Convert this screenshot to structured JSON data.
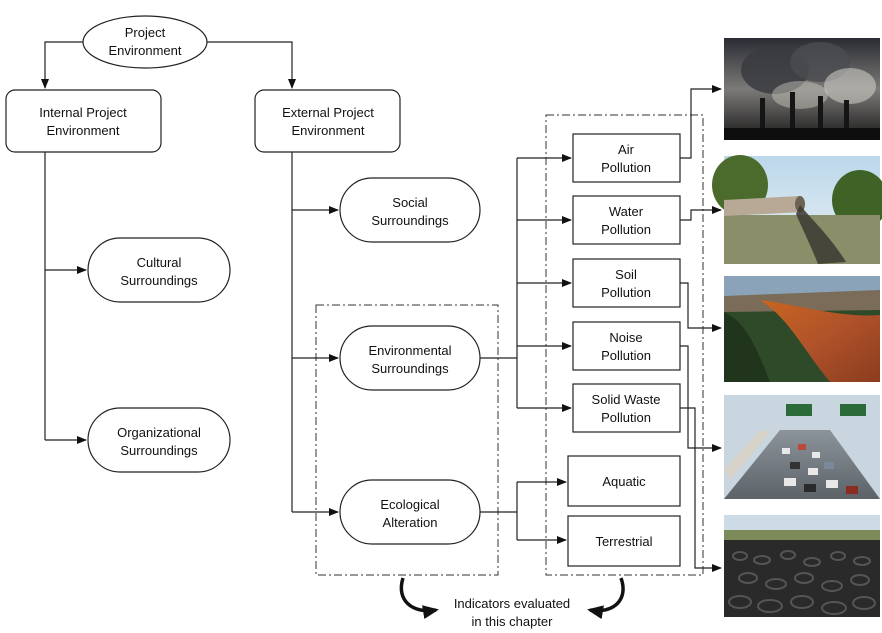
{
  "nodes": {
    "project_environment": [
      "Project",
      "Environment"
    ],
    "internal_env": [
      "Internal Project",
      "Environment"
    ],
    "external_env": [
      "External Project",
      "Environment"
    ],
    "cultural": [
      "Cultural",
      "Surroundings"
    ],
    "organizational": [
      "Organizational",
      "Surroundings"
    ],
    "social": [
      "Social",
      "Surroundings"
    ],
    "environmental": [
      "Environmental",
      "Surroundings"
    ],
    "ecological": [
      "Ecological",
      "Alteration"
    ],
    "air": [
      "Air",
      "Pollution"
    ],
    "water": [
      "Water",
      "Pollution"
    ],
    "soil": [
      "Soil",
      "Pollution"
    ],
    "noise": [
      "Noise",
      "Pollution"
    ],
    "solid_waste": [
      "Solid Waste",
      "Pollution"
    ],
    "aquatic": [
      "Aquatic"
    ],
    "terrestrial": [
      "Terrestrial"
    ]
  },
  "caption": [
    "Indicators evaluated",
    "in this chapter"
  ],
  "photos": [
    {
      "name": "air-pollution-photo",
      "subject": "smokestacks emitting smoke"
    },
    {
      "name": "water-pollution-photo",
      "subject": "pipe discharging into water"
    },
    {
      "name": "soil-pollution-photo",
      "subject": "contaminated orange valley"
    },
    {
      "name": "noise-pollution-photo",
      "subject": "highway traffic jam"
    },
    {
      "name": "solid-waste-photo",
      "subject": "field of discarded tires"
    }
  ]
}
